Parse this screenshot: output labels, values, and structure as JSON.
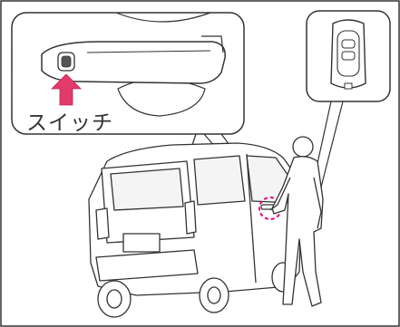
{
  "labels": {
    "switch": "スイッチ"
  },
  "colors": {
    "line": "#333333",
    "accent": "#e23a6a",
    "highlight": "#e5007e",
    "panel_fill": "#ffffff"
  },
  "icons": {
    "arrow": "up-arrow",
    "smart_key": "smart-key-icon",
    "handle": "door-handle"
  }
}
